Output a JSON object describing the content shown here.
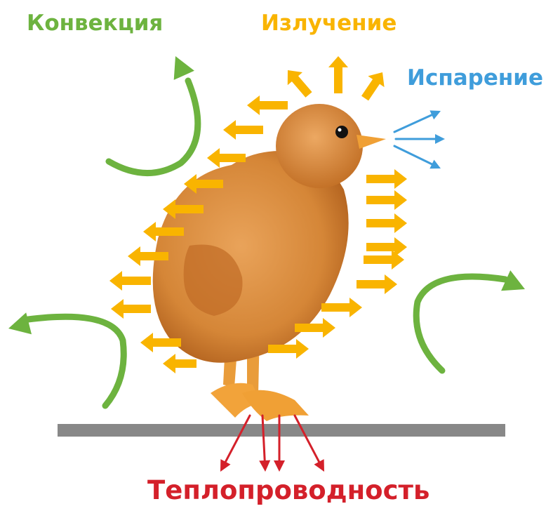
{
  "labels": {
    "convection": "Конвекция",
    "radiation": "Излучение",
    "evaporation": "Испарение",
    "conduction": "Теплопроводность"
  },
  "colors": {
    "convection": "#6db33f",
    "radiation": "#f9b400",
    "evaporation": "#3f9ddb",
    "conduction": "#d4202a",
    "surface": "#888888",
    "chick_body": "#d98a3a",
    "chick_shadow": "#b5621f",
    "chick_legs": "#f0a23c"
  },
  "icons": [
    "chick-illustration"
  ]
}
